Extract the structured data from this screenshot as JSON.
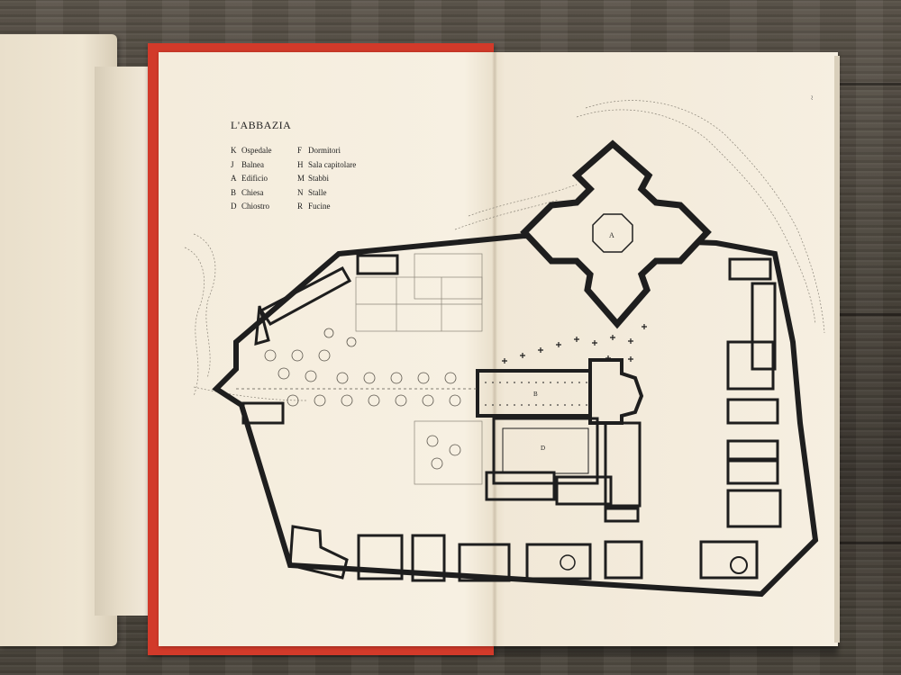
{
  "legend": {
    "title": "L'ABBAZIA",
    "left_column": [
      {
        "code": "K",
        "label": "Ospedale"
      },
      {
        "code": "J",
        "label": "Balnea"
      },
      {
        "code": "A",
        "label": "Edificio"
      },
      {
        "code": "B",
        "label": "Chiesa"
      },
      {
        "code": "D",
        "label": "Chiostro"
      }
    ],
    "right_column": [
      {
        "code": "F",
        "label": "Dormitori"
      },
      {
        "code": "H",
        "label": "Sala capitolare"
      },
      {
        "code": "M",
        "label": "Stabbi"
      },
      {
        "code": "N",
        "label": "Stalle"
      },
      {
        "code": "R",
        "label": "Fucine"
      }
    ]
  },
  "map_letters": {
    "edificio": "A",
    "chiesa": "B",
    "chiostro": "D"
  },
  "colors": {
    "cover": "#d23a2a",
    "paper": "#f4ecdc",
    "ink": "#1e1e1e"
  }
}
